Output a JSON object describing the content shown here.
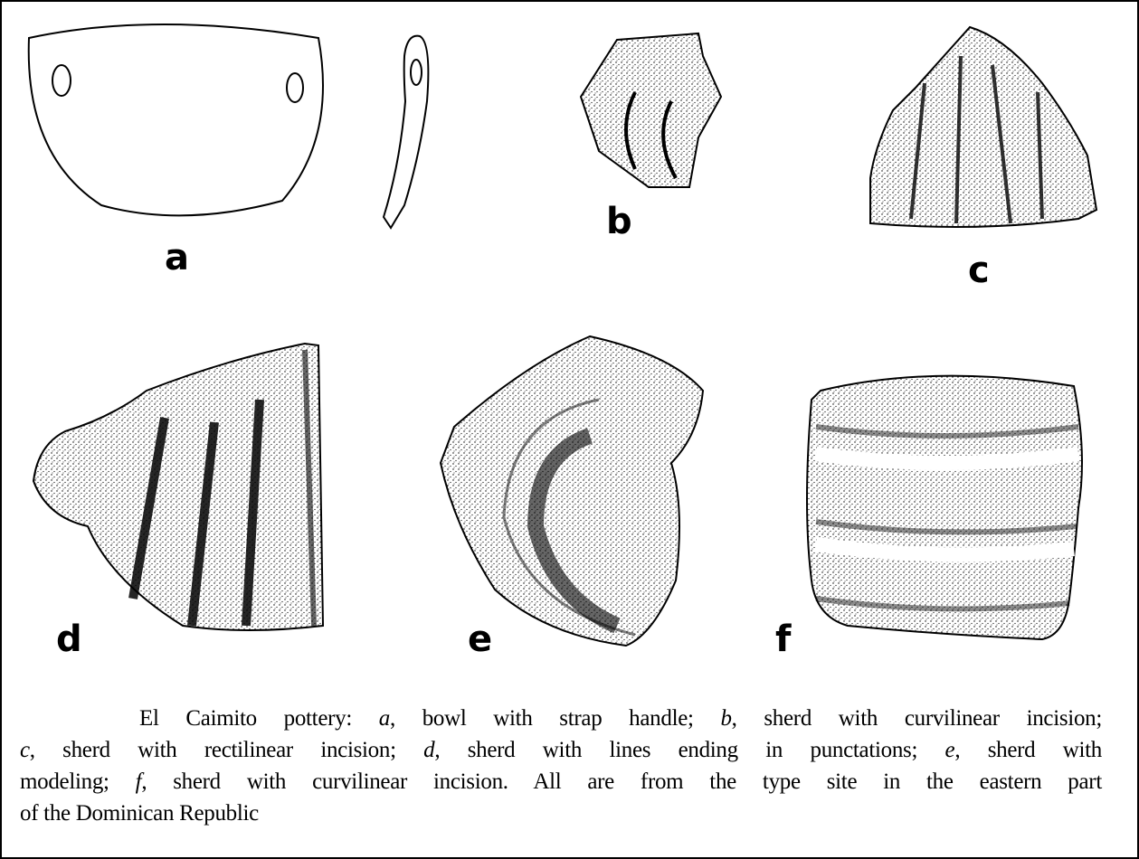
{
  "figure": {
    "labels": {
      "a": "a",
      "b": "b",
      "c": "c",
      "d": "d",
      "e": "e",
      "f": "f"
    }
  },
  "caption": {
    "l1": [
      "El Caimito pottery: ",
      "a",
      ", bowl with strap handle; ",
      "b",
      ", sherd with curvilinear incision;"
    ],
    "l2": [
      "c",
      ", sherd with rectilinear incision; ",
      "d",
      ", sherd with lines ending in punctations; ",
      "e",
      ", sherd with"
    ],
    "l3": [
      "modeling; ",
      "f",
      ", sherd with curvilinear incision. All are from the type site in the eastern part"
    ],
    "l4": [
      "of the Dominican Republic"
    ]
  }
}
